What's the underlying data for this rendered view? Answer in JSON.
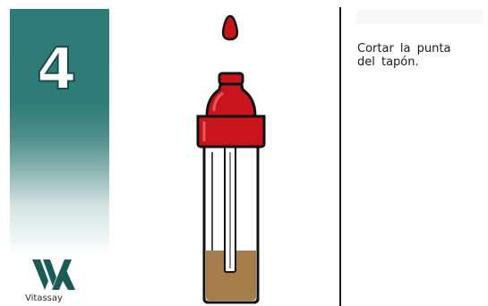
{
  "step": {
    "number": "4",
    "panel_color": "#2e7a76"
  },
  "brand": {
    "name": "Vitassay",
    "logo_color": "#1b5a55"
  },
  "illustration": {
    "cap_color": "#c8151d",
    "sample_color": "#a57d4a"
  },
  "instruction": {
    "text": "Cortar la punta\ndel tapón."
  }
}
